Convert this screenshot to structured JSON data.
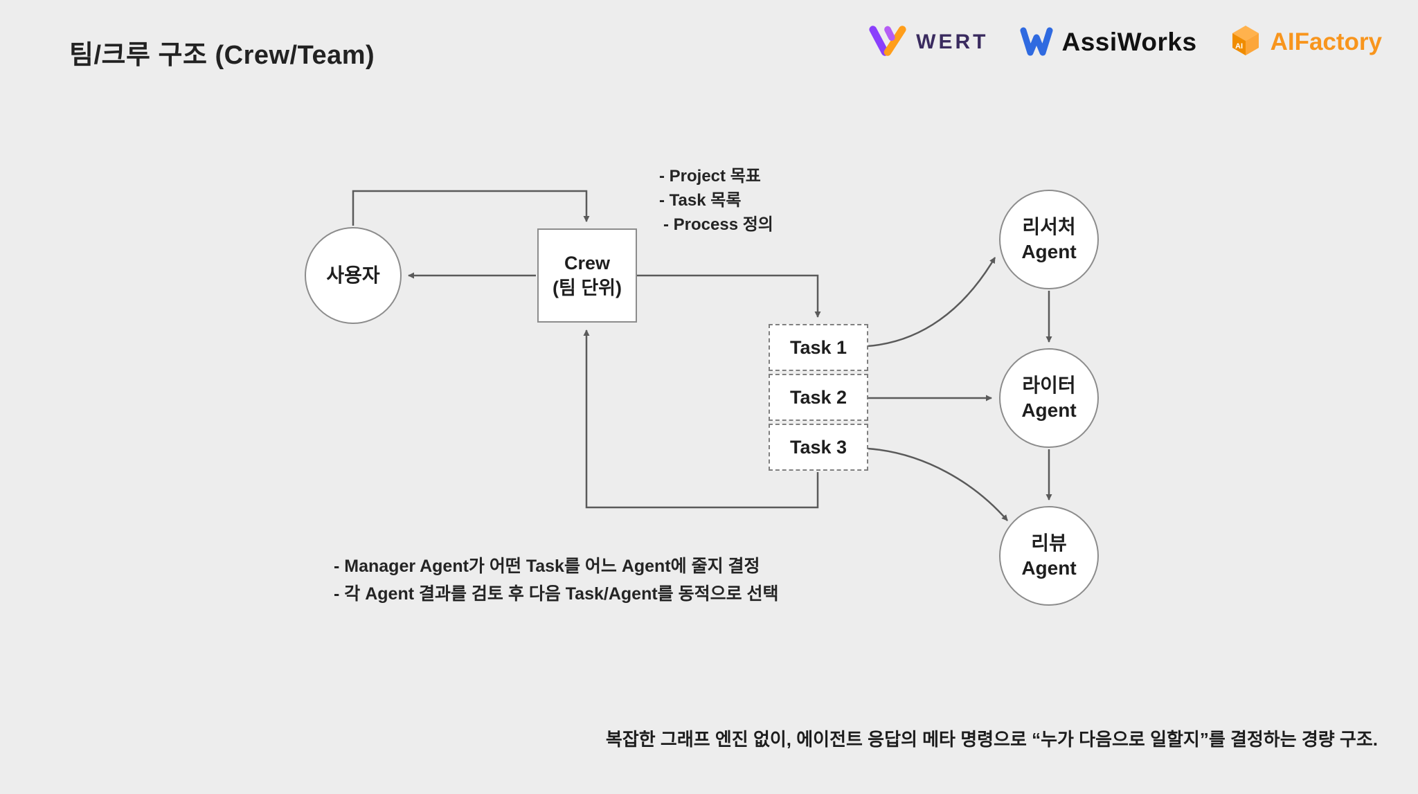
{
  "slide": {
    "title": "팀/크루 구조 (Crew/Team)",
    "caption": "복잡한 그래프 엔진 없이, 에이전트 응답의 메타 명령으로  “누가 다음으로 일할지”를 결정하는 경량 구조."
  },
  "logos": {
    "wert": "WERT",
    "assiworks": "AssiWorks",
    "aifactory": "AIFactory"
  },
  "diagram": {
    "user": {
      "label": "사용자"
    },
    "crew": {
      "title": "Crew",
      "subtitle": "(팀 단위)"
    },
    "crew_inputs": {
      "line1": "- Project 목표",
      "line2": "- Task 목록",
      "line3": "- Process 정의"
    },
    "tasks": [
      "Task 1",
      "Task 2",
      "Task 3"
    ],
    "agents": {
      "researcher": {
        "name": "리서처",
        "role": "Agent"
      },
      "writer": {
        "name": "라이터",
        "role": "Agent"
      },
      "reviewer": {
        "name": "리뷰",
        "role": "Agent"
      }
    },
    "notes": {
      "line1": "- Manager Agent가 어떤 Task를 어느 Agent에 줄지 결정",
      "line2": "- 각 Agent 결과를 검토 후 다음 Task/Agent를 동적으로 선택"
    },
    "colors": {
      "background": "#ededed",
      "node_border": "#8c8c8c",
      "arrow": "#5a5a5a",
      "wert_purple": "#8a3ffc",
      "wert_orange": "#ff9e1b",
      "assiworks_blue": "#2f6ae0",
      "aifactory_orange": "#f8951d"
    }
  }
}
